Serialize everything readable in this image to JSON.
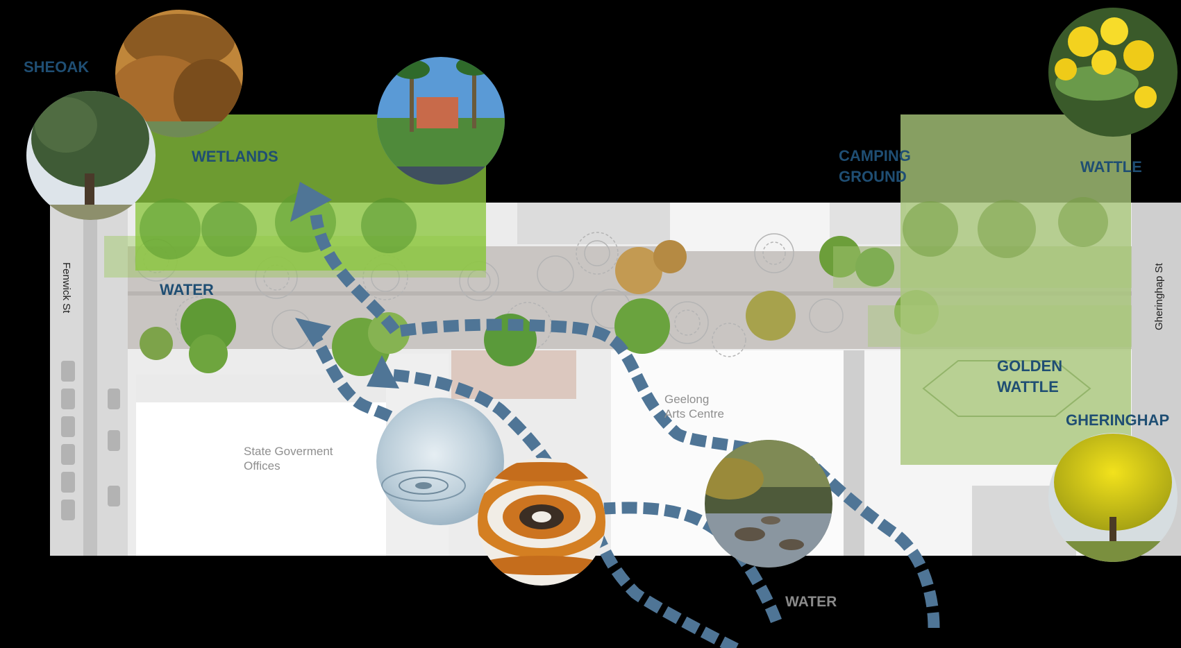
{
  "labels": {
    "sheoak": "SHEOAK",
    "wetlands": "WETLANDS",
    "water_left": "WATER",
    "camping_ground_line1": "CAMPING",
    "camping_ground_line2": "GROUND",
    "wattle": "WATTLE",
    "golden_wattle_line1": "GOLDEN",
    "golden_wattle_line2": "WATTLE",
    "gheringhap": "GHERINGHAP",
    "water_bottom": "WATER"
  },
  "buildings": {
    "state_offices_line1": "State Goverment",
    "state_offices_line2": "Offices",
    "arts_centre_line1": "Geelong",
    "arts_centre_line2": "Arts Centre"
  },
  "streets": {
    "fenwick": "Fenwick St",
    "gheringhap": "Gheringhap St"
  },
  "photos": [
    {
      "id": "sheoak-weeping",
      "subject": "weeping sheoak tree"
    },
    {
      "id": "sheoak-tree",
      "subject": "sheoak tree"
    },
    {
      "id": "park-palms",
      "subject": "park with palms and rotunda"
    },
    {
      "id": "wattle-flowers",
      "subject": "wattle flowers"
    },
    {
      "id": "water-drop",
      "subject": "water ripple"
    },
    {
      "id": "ochre-ring",
      "subject": "ochre ring pattern"
    },
    {
      "id": "creek",
      "subject": "rocky creek"
    },
    {
      "id": "golden-wattle-tree",
      "subject": "golden wattle tree"
    }
  ],
  "colors": {
    "background": "#000000",
    "label_blue": "#1f4e73",
    "wetlands_green": "#8cc63f",
    "wattle_green": "#a9c77a",
    "path_blue": "#4f7596",
    "label_grey": "#8a8a8a"
  }
}
